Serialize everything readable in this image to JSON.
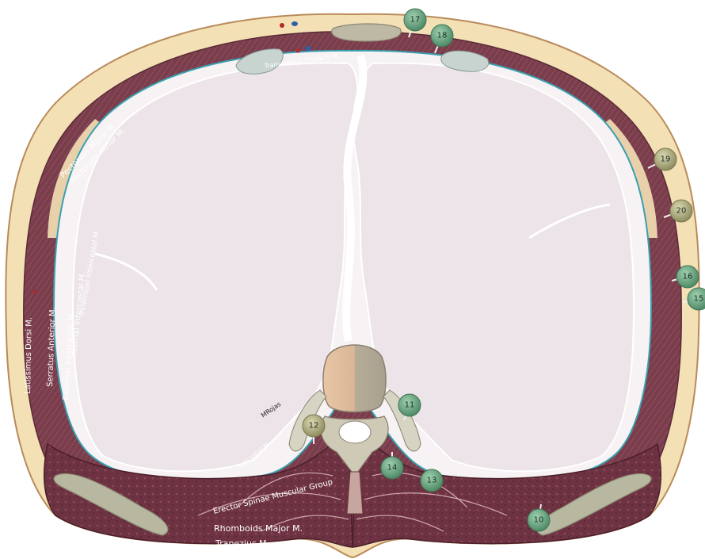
{
  "labels": {
    "transversus_thoracis": "Transversus Thoracis M.",
    "pectoralis_major": "Pectoralis Major M.",
    "pectoralis_minor": "Pectoralis Minor M.",
    "innermost_intercostal": "Innermost Intercostal M.",
    "internal_intercostal": "Internal Intercostal M.",
    "external_intercostal": "External Intercostal M.",
    "serratus_anterior": "Serratus Anterior M.",
    "latissimus_dorsi": "Latissimus Dorsi M.",
    "subcostal": "Subcostal M.",
    "erector_spinae": "Erector Spinae Muscular Group",
    "rhomboids": "Rhomboids Major M.",
    "trapezius": "Trapezius M.",
    "signature": "MRojas"
  },
  "markers": [
    {
      "id": "m10",
      "text": "10",
      "tone": "green"
    },
    {
      "id": "m11",
      "text": "11",
      "tone": "green"
    },
    {
      "id": "m12",
      "text": "12",
      "tone": "olive"
    },
    {
      "id": "m13",
      "text": "13",
      "tone": "green"
    },
    {
      "id": "m14",
      "text": "14",
      "tone": "green"
    },
    {
      "id": "m15",
      "text": "15",
      "tone": "green"
    },
    {
      "id": "m16",
      "text": "16",
      "tone": "green"
    },
    {
      "id": "m17",
      "text": "17",
      "tone": "green"
    },
    {
      "id": "m18",
      "text": "18",
      "tone": "green"
    },
    {
      "id": "m19",
      "text": "19",
      "tone": "olive"
    },
    {
      "id": "m20",
      "text": "20",
      "tone": "olive"
    }
  ],
  "colors": {
    "skin": "#f3e0b5",
    "muscle": "#7a3d4c",
    "lung": "#ece4e8",
    "bone": "#c8c8b4",
    "marker_green": "#5f9a76",
    "marker_olive": "#a6a67a"
  }
}
